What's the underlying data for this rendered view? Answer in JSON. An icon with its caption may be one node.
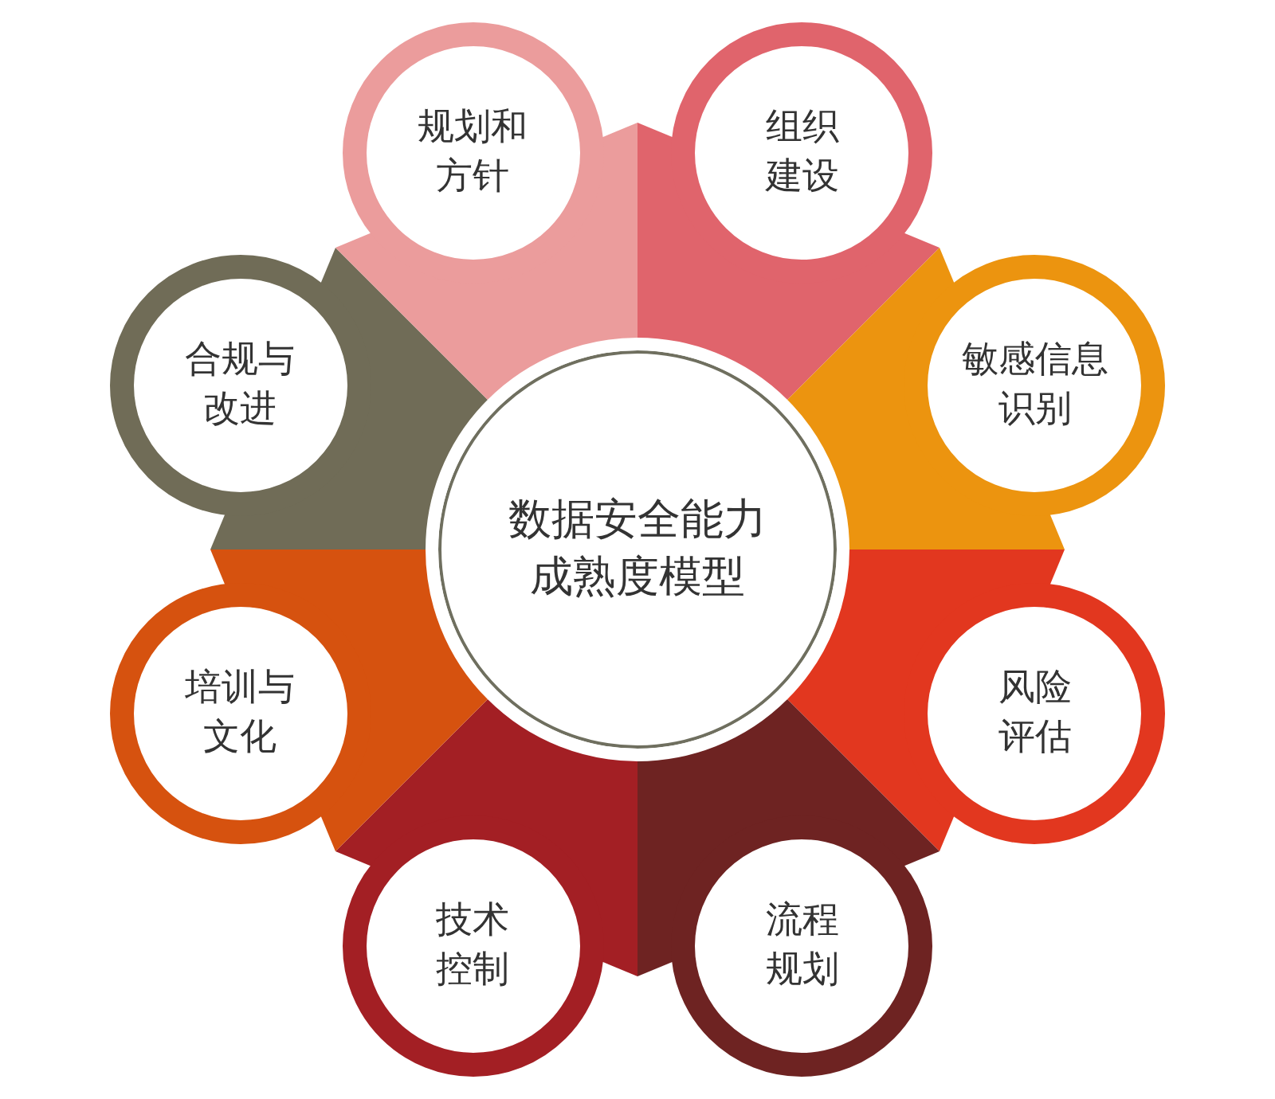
{
  "diagram": {
    "nodes": [
      {
        "text": [
          "数据安全能力成熟度模型"
        ]
      },
      {
        "text": [
          "组织建设"
        ]
      },
      {
        "text": [
          "敏感信息识别"
        ]
      },
      {
        "text": [
          "风险评估"
        ]
      },
      {
        "text": [
          "流程规划"
        ]
      },
      {
        "text": [
          "技术控制"
        ]
      },
      {
        "text": [
          "培训与文化"
        ]
      },
      {
        "text": [
          "合规与改进"
        ]
      },
      {
        "text": [
          "规划和方针"
        ]
      }
    ]
  }
}
